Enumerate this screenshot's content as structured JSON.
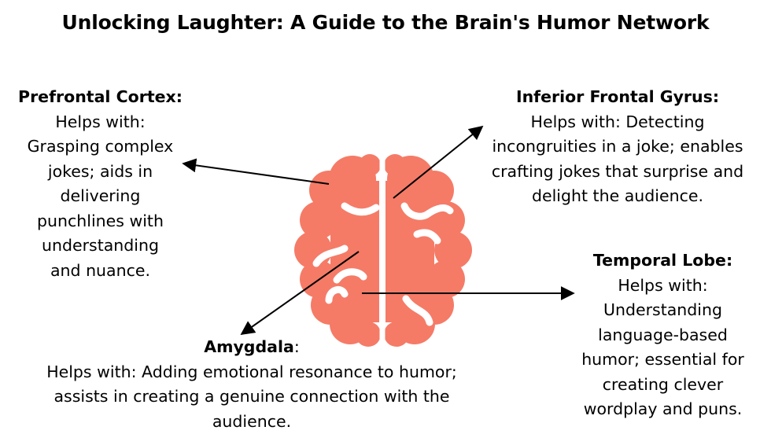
{
  "title": "Unlocking Laughter: A Guide to the Brain's Humor Network",
  "colors": {
    "brain": "#f57b67",
    "groove": "#ffffff",
    "arrow": "#000000"
  },
  "regions": {
    "prefrontal_cortex": {
      "heading": "Prefrontal Cortex:",
      "lines": [
        "Helps with:",
        "Grasping complex",
        "jokes; aids in",
        "delivering",
        "punchlines with",
        "understanding",
        "and nuance."
      ]
    },
    "inferior_frontal_gyrus": {
      "heading": "Inferior Frontal Gyrus:",
      "lines": [
        "Helps with: Detecting",
        "incongruities in a joke; enables",
        "crafting jokes that surprise and",
        "delight the audience."
      ]
    },
    "temporal_lobe": {
      "heading": "Temporal Lobe:",
      "lines": [
        "Helps with:",
        "Understanding",
        "language-based",
        "humor; essential for",
        "creating clever",
        "wordplay and puns."
      ]
    },
    "amygdala": {
      "heading": "Amygdala",
      "colon": ":",
      "lines": [
        "Helps with: Adding emotional resonance to humor;",
        "assists in creating a genuine connection with the",
        "audience."
      ]
    }
  }
}
